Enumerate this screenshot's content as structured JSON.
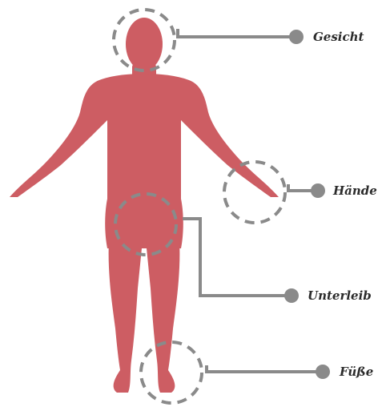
{
  "colors": {
    "figure": "#cd5d63",
    "leader": "#8a8a8a",
    "dot": "#8a8a8a",
    "ring": "#8a8a8a",
    "label": "#2b2b2b"
  },
  "callouts": {
    "face": {
      "label": "Gesicht"
    },
    "hands": {
      "label": "Hände"
    },
    "abdomen": {
      "label": "Unterleib"
    },
    "feet": {
      "label": "Füße"
    }
  }
}
